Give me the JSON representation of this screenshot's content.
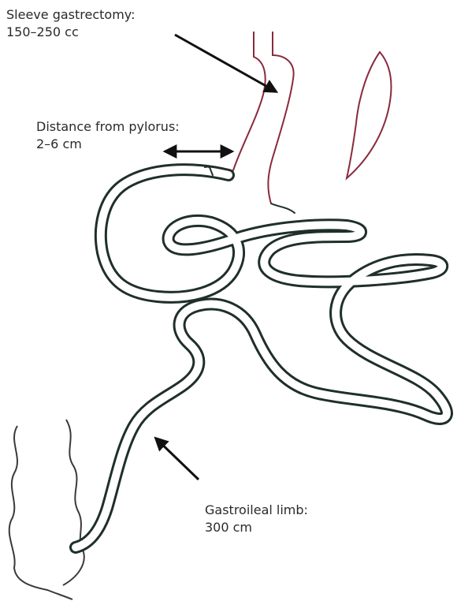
{
  "labels": {
    "sleeve": {
      "line1": "Sleeve gastrectomy:",
      "line2": "150–250 cc"
    },
    "distance": {
      "line1": "Distance from pylorus:",
      "line2": "2–6 cm"
    },
    "limb": {
      "line1": "Gastroileal limb:",
      "line2": "300 cm"
    }
  },
  "colors": {
    "stomach_outline": "#8a2a3c",
    "bowel_outline": "#1f2f2b",
    "colon_outline": "#3a3a3a",
    "arrow": "#111111",
    "text": "#2a2a2a",
    "background": "#ffffff"
  }
}
